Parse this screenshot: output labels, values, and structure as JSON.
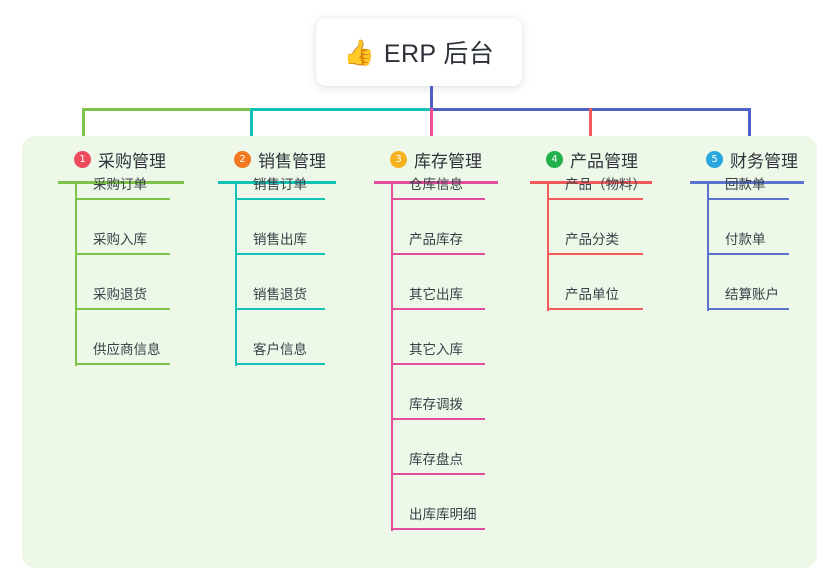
{
  "root": {
    "icon": "thumbs-up-icon",
    "emoji": "👍",
    "title": "ERP 后台"
  },
  "palette": {
    "panel_bg": "#edf8e8",
    "page_bg": "#ffffff",
    "text": "#2f333b",
    "trunk": "#4f5fc4"
  },
  "columns": [
    {
      "number": "1",
      "title": "采购管理",
      "badge_color": "#ef4b5f",
      "line_color": "#7fc24a",
      "stub_color": "#7fc24a",
      "items": [
        {
          "label": "采购订单"
        },
        {
          "label": "采购入库"
        },
        {
          "label": "采购退货"
        },
        {
          "label": "供应商信息"
        }
      ]
    },
    {
      "number": "2",
      "title": "销售管理",
      "badge_color": "#f4781f",
      "line_color": "#13c2b4",
      "stub_color": "#13c2b4",
      "items": [
        {
          "label": "销售订单"
        },
        {
          "label": "销售出库"
        },
        {
          "label": "销售退货"
        },
        {
          "label": "客户信息"
        }
      ]
    },
    {
      "number": "3",
      "title": "库存管理",
      "badge_color": "#f5b21e",
      "line_color": "#e24d9c",
      "stub_color": "#ec4f93",
      "items": [
        {
          "label": "仓库信息"
        },
        {
          "label": "产品库存"
        },
        {
          "label": "其它出库"
        },
        {
          "label": "其它入库"
        },
        {
          "label": "库存调拨"
        },
        {
          "label": "库存盘点"
        },
        {
          "label": "出库库明细"
        }
      ]
    },
    {
      "number": "4",
      "title": "产品管理",
      "badge_color": "#22b14c",
      "line_color": "#f15b5b",
      "stub_color": "#f15b5b",
      "items": [
        {
          "label": "产品（物料）"
        },
        {
          "label": "产品分类"
        },
        {
          "label": "产品单位"
        }
      ]
    },
    {
      "number": "5",
      "title": "财务管理",
      "badge_color": "#29a8e0",
      "line_color": "#5b73cf",
      "stub_color": "#4a63cb",
      "items": [
        {
          "label": "回款单"
        },
        {
          "label": "付款单"
        },
        {
          "label": "结算账户"
        }
      ]
    }
  ],
  "connectors": {
    "trunk_color": "#4f5fc4",
    "bar_left_color": "#7fc24a",
    "bar_mid_color": "#13c2b4",
    "bar_right_color": "#4f5fc4"
  }
}
